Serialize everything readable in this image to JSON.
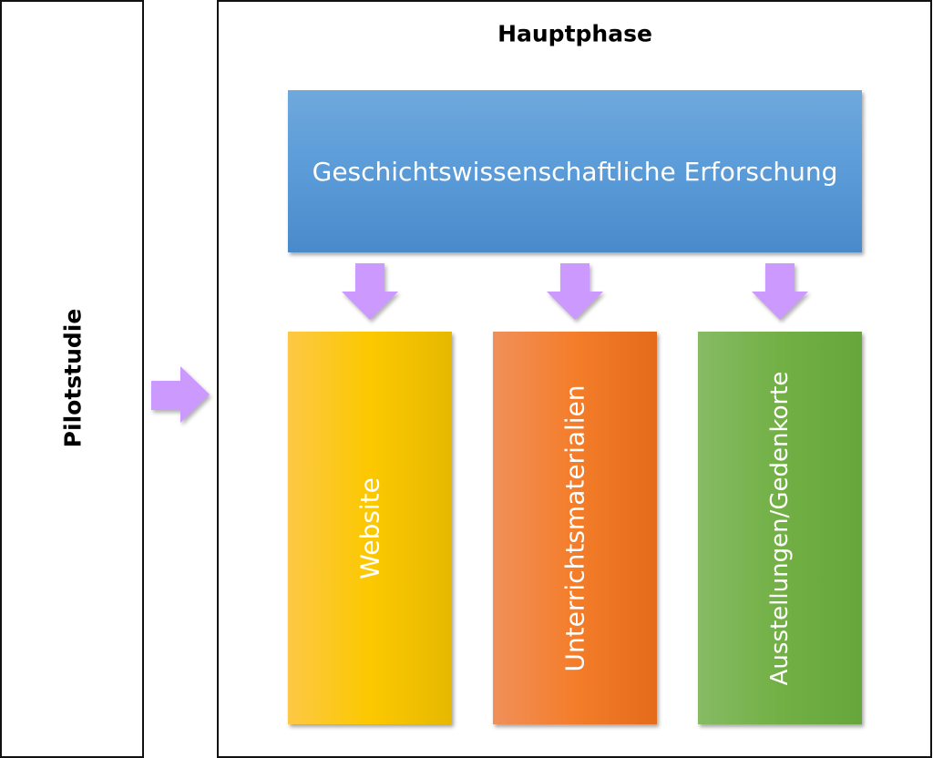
{
  "left_panel": {
    "label": "Pilotstudie"
  },
  "right_panel": {
    "title": "Hauptphase",
    "top_box": "Geschichtswissenschaftliche Erforschung",
    "columns": [
      "Website",
      "Unterrichtsmaterialien",
      "Ausstellungen/Gedenkorte"
    ]
  },
  "colors": {
    "arrow": "#cc99ff",
    "blue": "#5b9bd5",
    "yellow": "#fcc800",
    "orange": "#f47d2a",
    "green": "#72b045"
  }
}
